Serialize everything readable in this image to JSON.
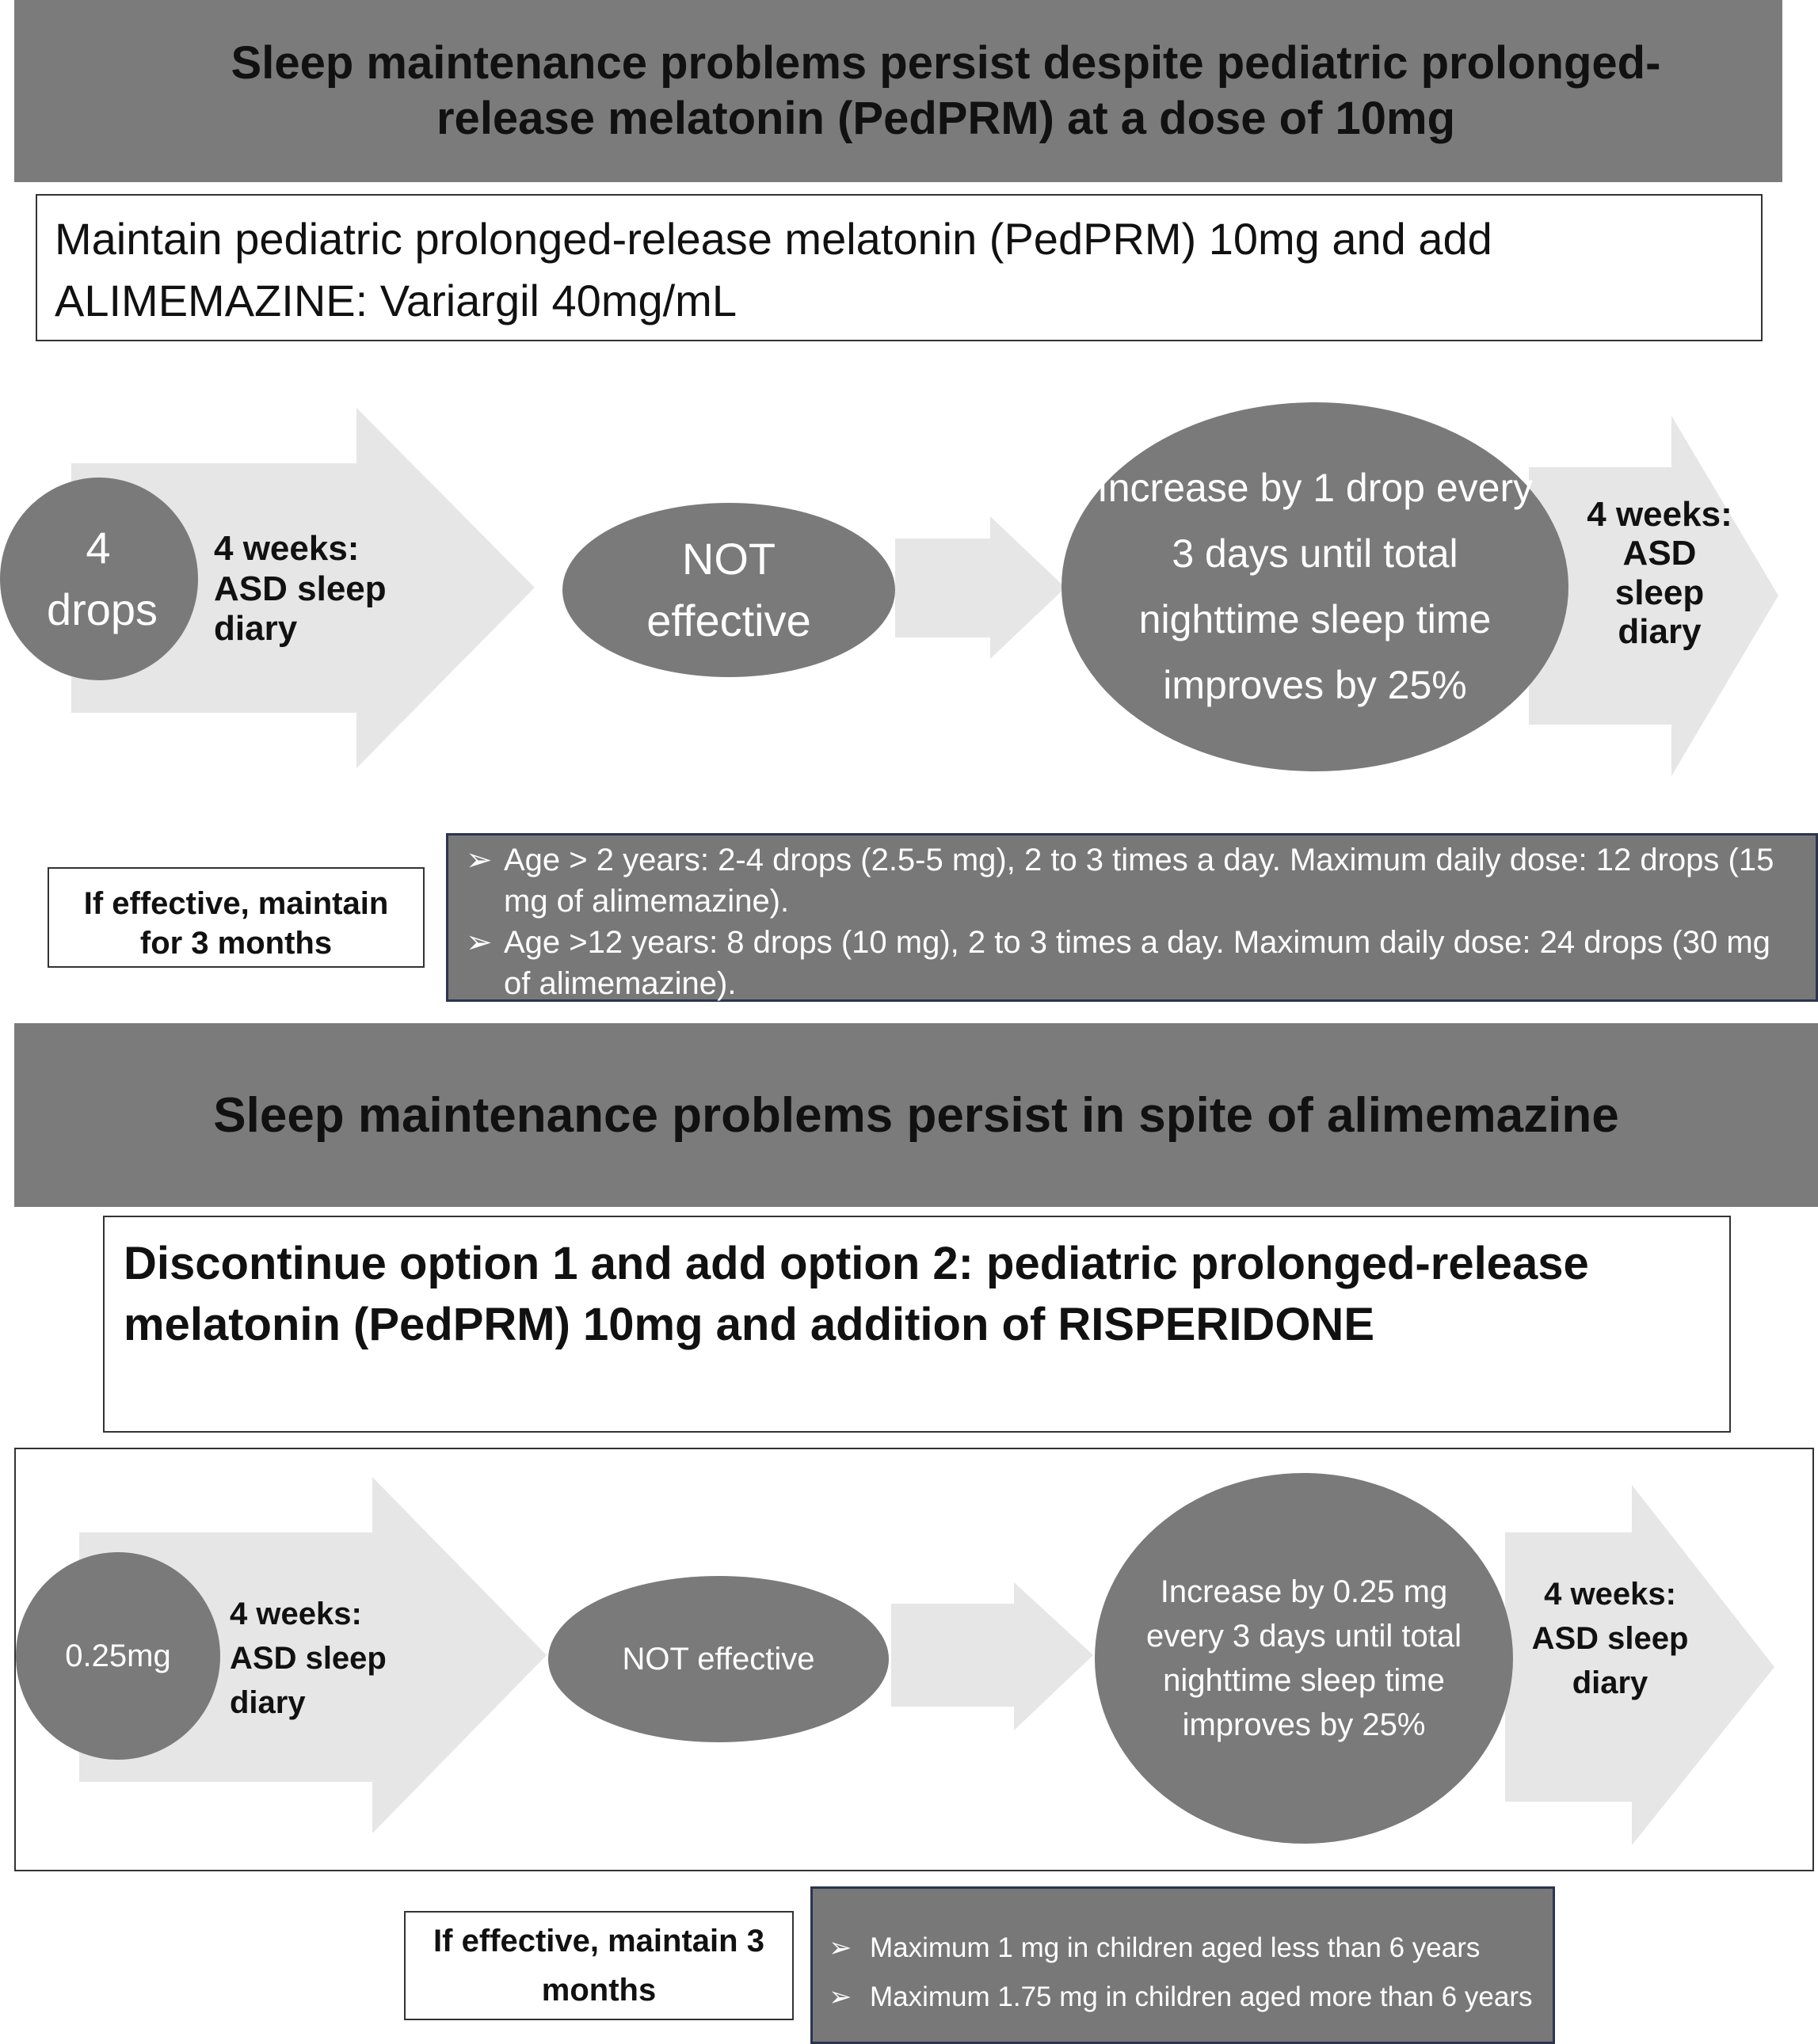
{
  "section1": {
    "banner_title": "Sleep maintenance problems persist despite pediatric prolonged-release melatonin (PedPRM) at a dose of 10mg",
    "instruction_line1": "Maintain pediatric prolonged-release melatonin (PedPRM) 10mg and add",
    "instruction_line2": "ALIMEMAZINE: Variargil 40mg/mL",
    "start_dose_line1": "4",
    "start_dose_line2": "drops",
    "diary_label_1": "4 weeks: ASD sleep diary",
    "not_effective": "NOT effective",
    "increase_text": "Increase by 1 drop every 3 days until total nighttime sleep time improves by 25%",
    "diary_label_2": "4 weeks: ASD sleep diary",
    "maintain_text": "If effective, maintain for 3 months",
    "dose_notes": [
      "Age > 2 years: 2-4 drops (2.5-5 mg), 2 to 3 times a day. Maximum daily dose: 12 drops (15 mg of alimemazine).",
      "Age >12 years: 8 drops (10 mg), 2 to 3 times a day. Maximum daily dose: 24 drops (30 mg of alimemazine)."
    ]
  },
  "section2": {
    "banner_title": "Sleep maintenance problems persist in spite of alimemazine",
    "instruction": "Discontinue option 1 and add option 2: pediatric prolonged-release melatonin (PedPRM) 10mg and addition of RISPERIDONE",
    "start_dose": "0.25mg",
    "diary_label_1": "4 weeks: ASD sleep diary",
    "not_effective": "NOT effective",
    "increase_text": "Increase by 0.25 mg every 3 days until total nighttime sleep time improves by 25%",
    "diary_label_2": "4 weeks: ASD sleep diary",
    "maintain_text": "If effective, maintain 3 months",
    "dose_notes": [
      "Maximum 1 mg in children aged less than 6 years",
      "Maximum 1.75 mg in children aged more than 6 years"
    ]
  },
  "icons": {
    "bullet": "arrow-bullet-icon"
  },
  "colors": {
    "banner": "#7b7b7b",
    "circle": "#7a7a7a",
    "arrow": "#e6e6e6",
    "dose_box": "#787878",
    "dose_border": "#2b3550"
  }
}
